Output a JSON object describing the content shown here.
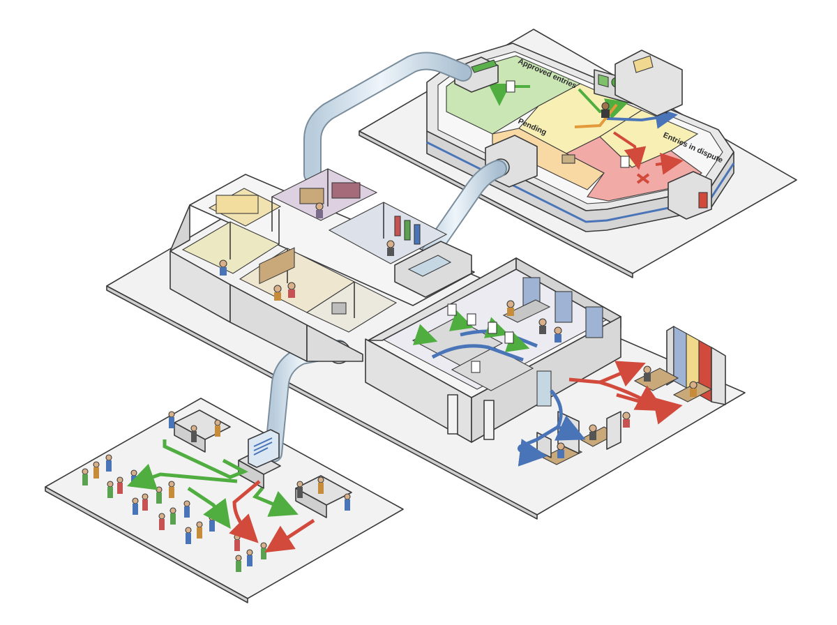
{
  "zones": {
    "approved": "Approved entries",
    "pending": "Pending",
    "dispute": "Entries in dispute"
  },
  "colors": {
    "approved": "#c9e6b4",
    "review": "#f7efb4",
    "pending": "#f8d9a4",
    "dispute": "#f2aaa6",
    "flow_green": "#4fae3f",
    "flow_red": "#d24a3c",
    "flow_blue": "#4a74b8",
    "tube": "#d4e3ee",
    "floor": "#f1f1f1",
    "wall": "#e6e6e6"
  },
  "icons": [
    "check-icon",
    "x-mark-icon",
    "document-icon",
    "person-icon",
    "monitor-icon",
    "door-icon"
  ]
}
